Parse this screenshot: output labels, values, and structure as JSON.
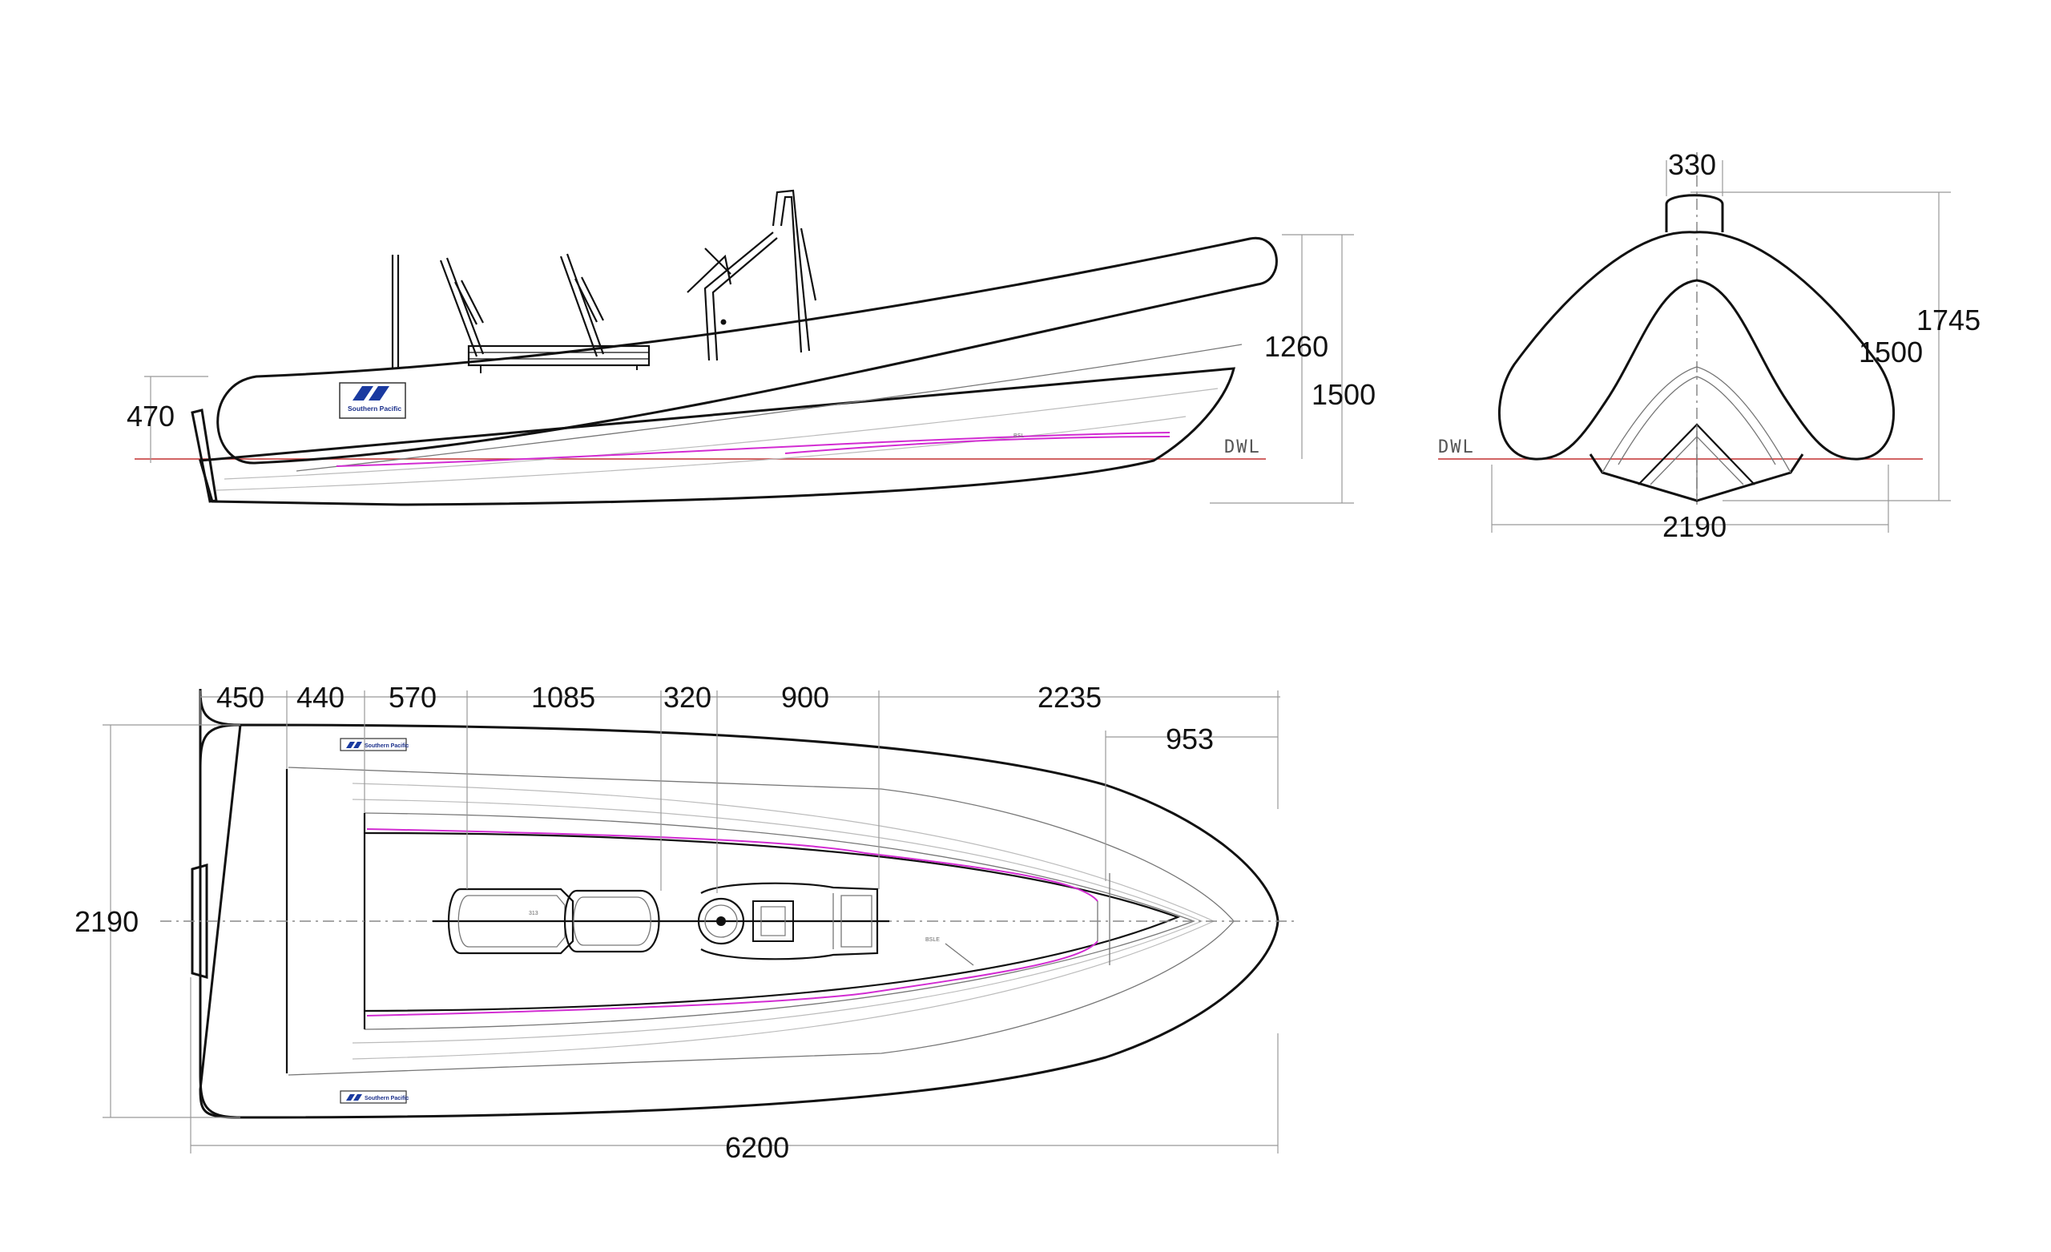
{
  "side_view": {
    "dims": {
      "height_1260": "1260",
      "height_1500": "1500",
      "tube_470": "470"
    },
    "waterline_label": "DWL",
    "logo_text": "Southern Pacific",
    "hull_note": "BSL"
  },
  "front_view": {
    "dims": {
      "top_330": "330",
      "height_1745": "1745",
      "height_1500": "1500",
      "beam_2190": "2190"
    },
    "waterline_label": "DWL"
  },
  "plan_view": {
    "dims": {
      "seg_450": "450",
      "seg_440": "440",
      "seg_570": "570",
      "seg_1085": "1085",
      "seg_320": "320",
      "seg_900": "900",
      "seg_2235": "2235",
      "seg_953": "953",
      "beam_2190": "2190",
      "length_6200": "6200"
    },
    "seat_note": "313",
    "hull_note": "BSLE",
    "logo_text": "Southern Pacific"
  },
  "colors": {
    "outline": "#111111",
    "sheer_line": "#d22cd2",
    "waterline": "#c23030",
    "dimension": "#999999"
  }
}
